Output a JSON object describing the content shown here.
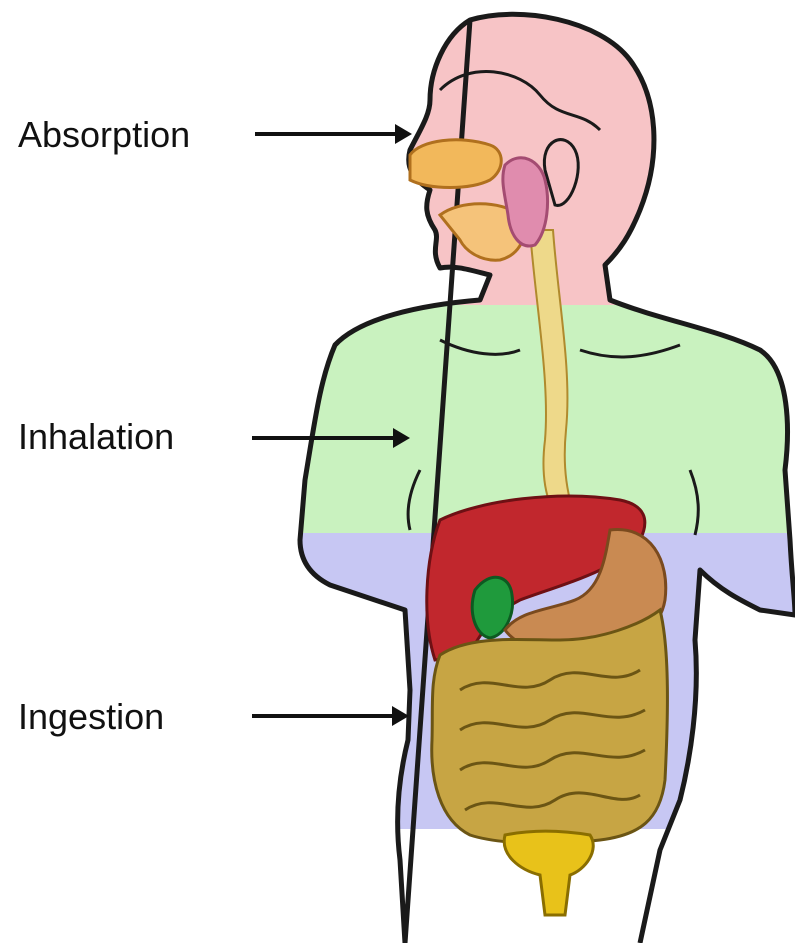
{
  "labels": {
    "absorption": "Absorption",
    "inhalation": "Inhalation",
    "ingestion": "Ingestion"
  },
  "regions": [
    {
      "name": "head",
      "color": "#f7c4c6"
    },
    {
      "name": "chest",
      "color": "#c9f2bf"
    },
    {
      "name": "abdomen",
      "color": "#c7c7f3"
    }
  ],
  "organs": {
    "liver": "#c1272d",
    "gallbladder": "#1f9a3c",
    "stomach": "#c98a52",
    "intestines": "#c7a544",
    "rectum": "#e8c21a",
    "esophagus": "#eed98a",
    "salivary_glands": "#e08cae",
    "nasal_cavity": "#f2b85b"
  },
  "colors": {
    "outline": "#1a1a1a",
    "arrow": "#111111",
    "skin_lower": "#ffffff"
  }
}
